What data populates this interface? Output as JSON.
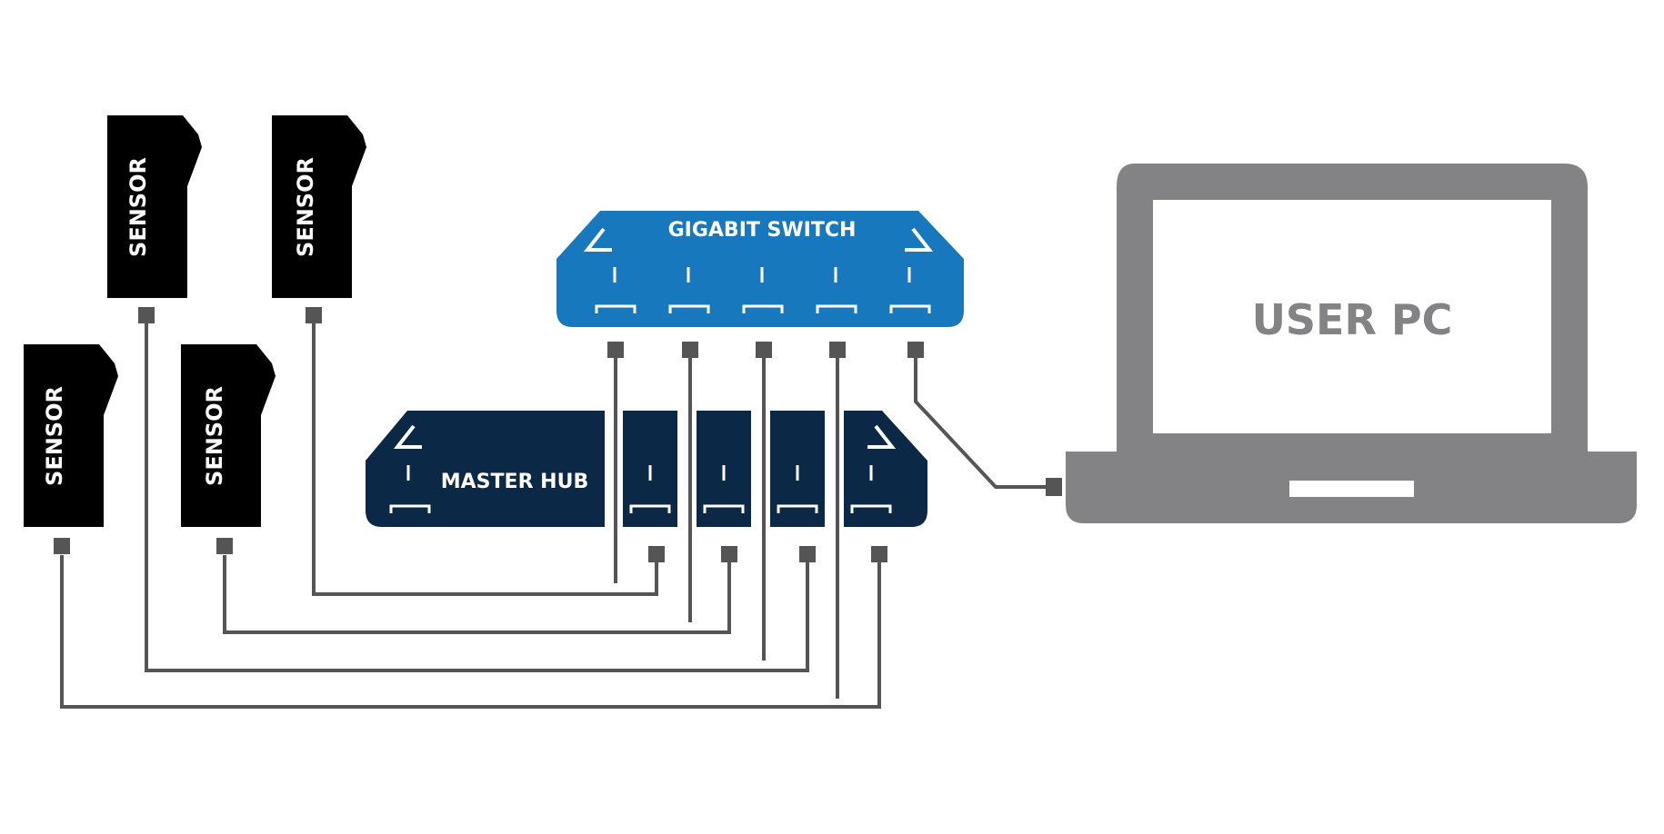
{
  "colors": {
    "sensor": "#000000",
    "switch": "#1878be",
    "hub": "#0b2846",
    "pc": "#838385",
    "cable": "#555555",
    "white": "#ffffff"
  },
  "sensors": [
    {
      "label": "SENSOR"
    },
    {
      "label": "SENSOR"
    },
    {
      "label": "SENSOR"
    },
    {
      "label": "SENSOR"
    }
  ],
  "gigabit_switch": {
    "label": "GIGABIT SWITCH"
  },
  "master_hub": {
    "label": "MASTER HUB"
  },
  "user_pc": {
    "label": "USER PC"
  }
}
